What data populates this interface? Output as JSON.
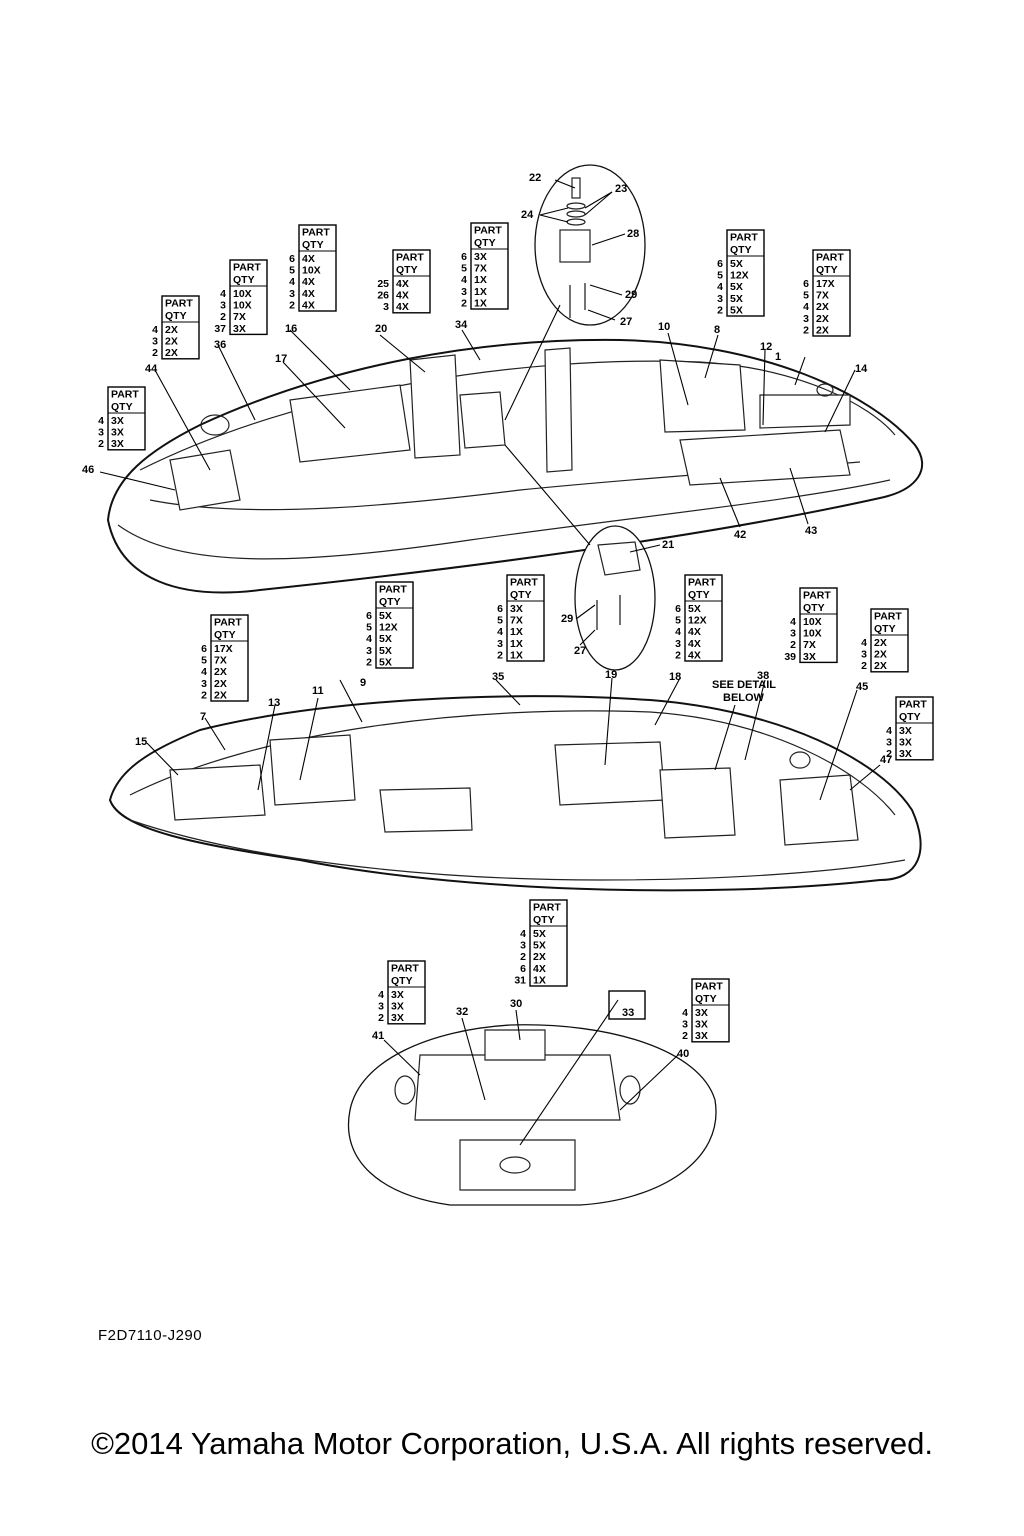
{
  "drawing_code": "F2D7110-J290",
  "copyright": "©2014 Yamaha Motor Corporation, U.S.A. All rights reserved.",
  "see_detail_note": [
    "SEE DETAIL",
    "BELOW"
  ],
  "table_headers": [
    "PART",
    "QTY"
  ],
  "tables": [
    {
      "id": "44",
      "rows": [
        [
          "4",
          "2X"
        ],
        [
          "3",
          "2X"
        ],
        [
          "2",
          "2X"
        ]
      ]
    },
    {
      "id": "46",
      "rows": [
        [
          "4",
          "3X"
        ],
        [
          "3",
          "3X"
        ],
        [
          "2",
          "3X"
        ]
      ]
    },
    {
      "id": "36",
      "rows": [
        [
          "4",
          "10X"
        ],
        [
          "3",
          "10X"
        ],
        [
          "2",
          "7X"
        ],
        [
          "37",
          "3X"
        ]
      ]
    },
    {
      "id": "16",
      "rows": [
        [
          "6",
          "4X"
        ],
        [
          "5",
          "10X"
        ],
        [
          "4",
          "4X"
        ],
        [
          "3",
          "4X"
        ],
        [
          "2",
          "4X"
        ]
      ]
    },
    {
      "id": "20",
      "rows": [
        [
          "25",
          "4X"
        ],
        [
          "26",
          "4X"
        ],
        [
          "3",
          "4X"
        ]
      ]
    },
    {
      "id": "34",
      "rows": [
        [
          "6",
          "3X"
        ],
        [
          "5",
          "7X"
        ],
        [
          "4",
          "1X"
        ],
        [
          "3",
          "1X"
        ],
        [
          "2",
          "1X"
        ]
      ]
    },
    {
      "id": "8",
      "rows": [
        [
          "6",
          "5X"
        ],
        [
          "5",
          "12X"
        ],
        [
          "4",
          "5X"
        ],
        [
          "3",
          "5X"
        ],
        [
          "2",
          "5X"
        ]
      ]
    },
    {
      "id": "1",
      "rows": [
        [
          "6",
          "17X"
        ],
        [
          "5",
          "7X"
        ],
        [
          "4",
          "2X"
        ],
        [
          "3",
          "2X"
        ],
        [
          "2",
          "2X"
        ]
      ]
    },
    {
      "id": "7",
      "rows": [
        [
          "6",
          "17X"
        ],
        [
          "5",
          "7X"
        ],
        [
          "4",
          "2X"
        ],
        [
          "3",
          "2X"
        ],
        [
          "2",
          "2X"
        ]
      ]
    },
    {
      "id": "9",
      "rows": [
        [
          "6",
          "5X"
        ],
        [
          "5",
          "12X"
        ],
        [
          "4",
          "5X"
        ],
        [
          "3",
          "5X"
        ],
        [
          "2",
          "5X"
        ]
      ]
    },
    {
      "id": "35",
      "rows": [
        [
          "6",
          "3X"
        ],
        [
          "5",
          "7X"
        ],
        [
          "4",
          "1X"
        ],
        [
          "3",
          "1X"
        ],
        [
          "2",
          "1X"
        ]
      ]
    },
    {
      "id": "18",
      "rows": [
        [
          "6",
          "5X"
        ],
        [
          "5",
          "12X"
        ],
        [
          "4",
          "4X"
        ],
        [
          "3",
          "4X"
        ],
        [
          "2",
          "4X"
        ]
      ]
    },
    {
      "id": "38",
      "rows": [
        [
          "4",
          "10X"
        ],
        [
          "3",
          "10X"
        ],
        [
          "2",
          "7X"
        ],
        [
          "39",
          "3X"
        ]
      ]
    },
    {
      "id": "45",
      "rows": [
        [
          "4",
          "2X"
        ],
        [
          "3",
          "2X"
        ],
        [
          "2",
          "2X"
        ]
      ]
    },
    {
      "id": "47",
      "rows": [
        [
          "4",
          "3X"
        ],
        [
          "3",
          "3X"
        ],
        [
          "2",
          "3X"
        ]
      ]
    },
    {
      "id": "30",
      "rows": [
        [
          "4",
          "5X"
        ],
        [
          "3",
          "5X"
        ],
        [
          "2",
          "2X"
        ],
        [
          "6",
          "4X"
        ],
        [
          "31",
          "1X"
        ]
      ]
    },
    {
      "id": "41",
      "rows": [
        [
          "4",
          "3X"
        ],
        [
          "3",
          "3X"
        ],
        [
          "2",
          "3X"
        ]
      ]
    },
    {
      "id": "40",
      "rows": [
        [
          "4",
          "3X"
        ],
        [
          "3",
          "3X"
        ],
        [
          "2",
          "3X"
        ]
      ]
    }
  ],
  "callouts": [
    "1",
    "7",
    "8",
    "9",
    "10",
    "11",
    "12",
    "13",
    "14",
    "15",
    "16",
    "17",
    "18",
    "19",
    "20",
    "21",
    "22",
    "23",
    "24",
    "27",
    "28",
    "29",
    "30",
    "32",
    "33",
    "34",
    "35",
    "36",
    "38",
    "40",
    "41",
    "42",
    "43",
    "44",
    "45",
    "46",
    "47"
  ]
}
